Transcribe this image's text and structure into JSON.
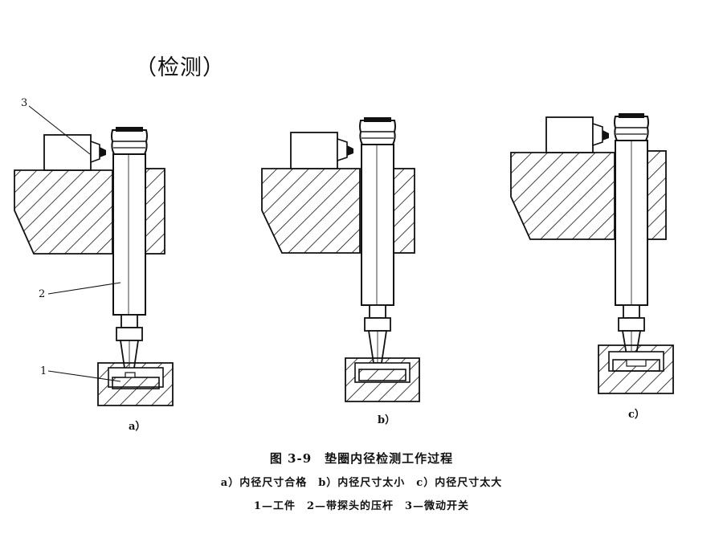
{
  "heading": "（检测）",
  "figure": {
    "title": "图 3-9　垫圈内径检测工作过程",
    "subcaption": "a）内径尺寸合格　b）内径尺寸太小　c）内径尺寸太大",
    "legend": "1—工件　2—带探头的压杆　3—微动开关"
  },
  "panels": [
    {
      "id": "a",
      "label": "a）"
    },
    {
      "id": "b",
      "label": "b）"
    },
    {
      "id": "c",
      "label": "c）"
    }
  ],
  "callouts": [
    {
      "number": "3"
    },
    {
      "number": "2"
    },
    {
      "number": "1"
    }
  ]
}
